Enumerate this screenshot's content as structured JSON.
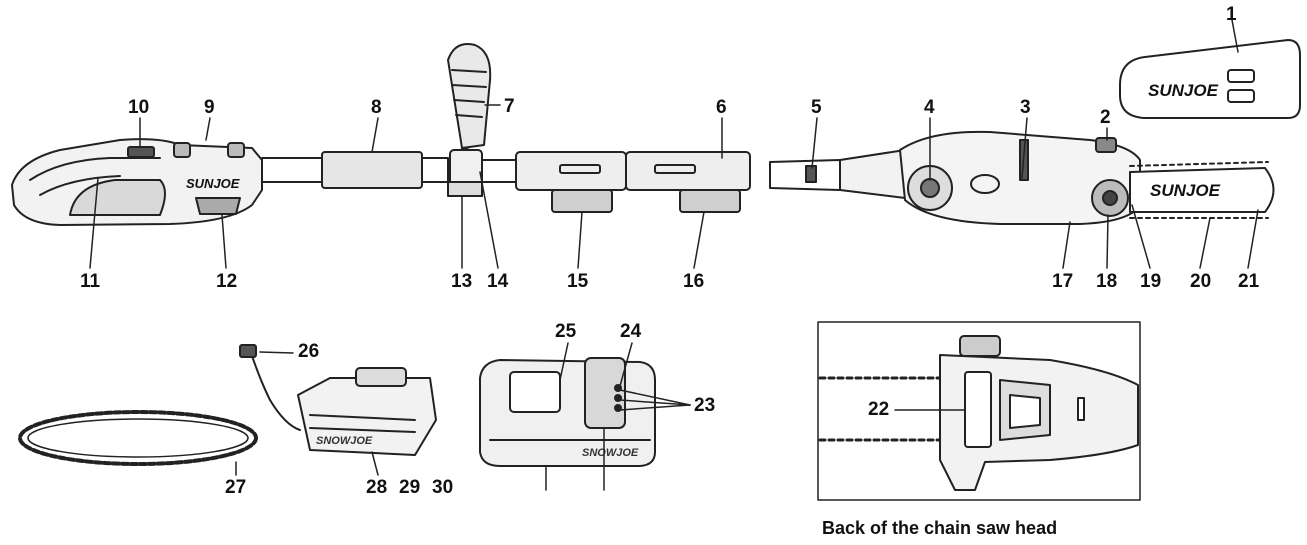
{
  "brand": "SUNJOE",
  "charger_brand": "SNOWJOE",
  "battery_brand": "SNOWJOE",
  "caption": "Back of the chain saw head",
  "callouts": [
    "1",
    "2",
    "3",
    "4",
    "5",
    "6",
    "7",
    "8",
    "9",
    "10",
    "11",
    "12",
    "13",
    "14",
    "15",
    "16",
    "17",
    "18",
    "19",
    "20",
    "21",
    "22",
    "23",
    "24",
    "25",
    "26",
    "27",
    "28",
    "29",
    "30"
  ]
}
